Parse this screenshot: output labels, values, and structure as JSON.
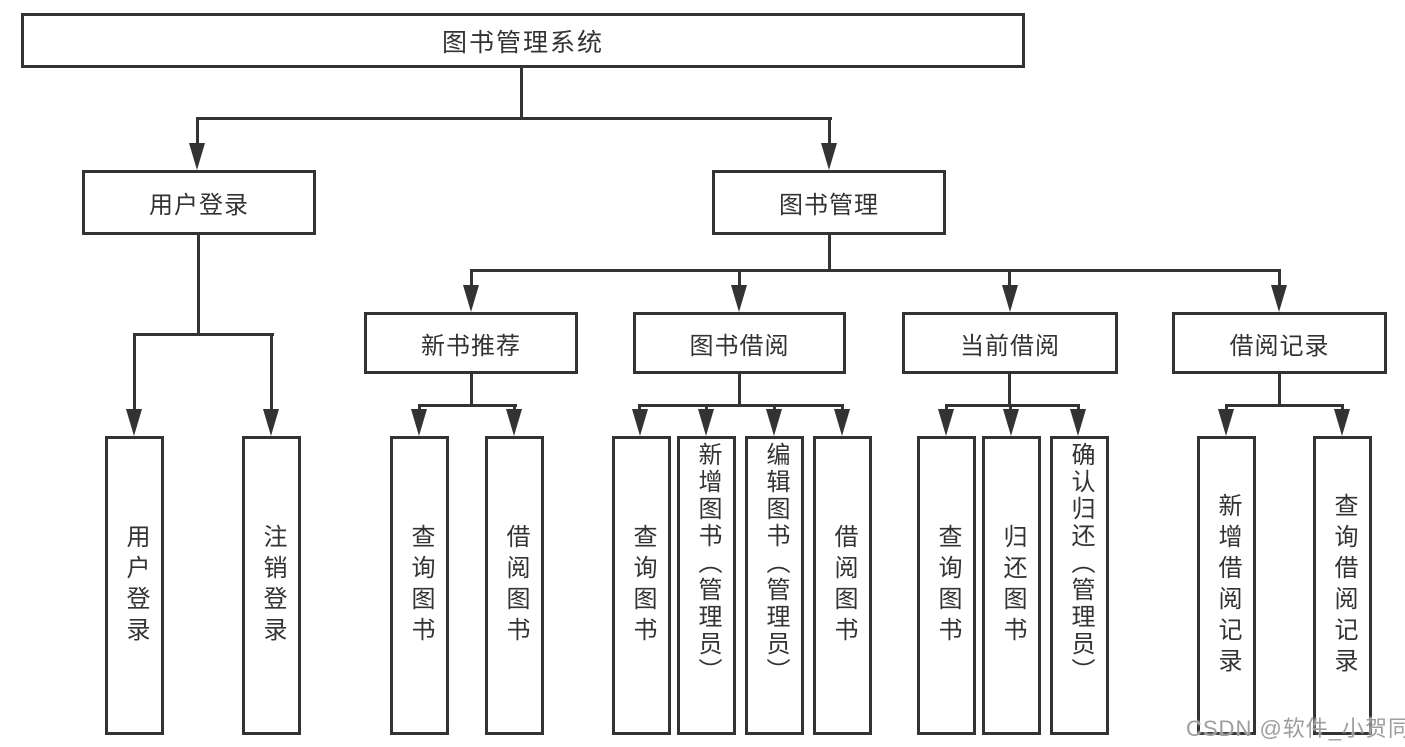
{
  "diagram": {
    "root": {
      "label": "图书管理系统"
    },
    "login_branch": {
      "label": "用户登录",
      "children": [
        {
          "label": "用户登录"
        },
        {
          "label": "注销登录"
        }
      ]
    },
    "management_branch": {
      "label": "图书管理",
      "groups": [
        {
          "label": "新书推荐",
          "children": [
            {
              "label": "查询图书"
            },
            {
              "label": "借阅图书"
            }
          ]
        },
        {
          "label": "图书借阅",
          "children": [
            {
              "label": "查询图书"
            },
            {
              "label": "新增图书（管理员）"
            },
            {
              "label": "编辑图书（管理员）"
            },
            {
              "label": "借阅图书"
            }
          ]
        },
        {
          "label": "当前借阅",
          "children": [
            {
              "label": "查询图书"
            },
            {
              "label": "归还图书"
            },
            {
              "label": "确认归还（管理员）"
            }
          ]
        },
        {
          "label": "借阅记录",
          "children": [
            {
              "label": "新增借阅记录"
            },
            {
              "label": "查询借阅记录"
            }
          ]
        }
      ]
    },
    "watermark": "CSDN @软件_小贺同学",
    "colors": {
      "line": "#333333",
      "background": "#ffffff",
      "watermark": "#9e9e9e"
    }
  }
}
